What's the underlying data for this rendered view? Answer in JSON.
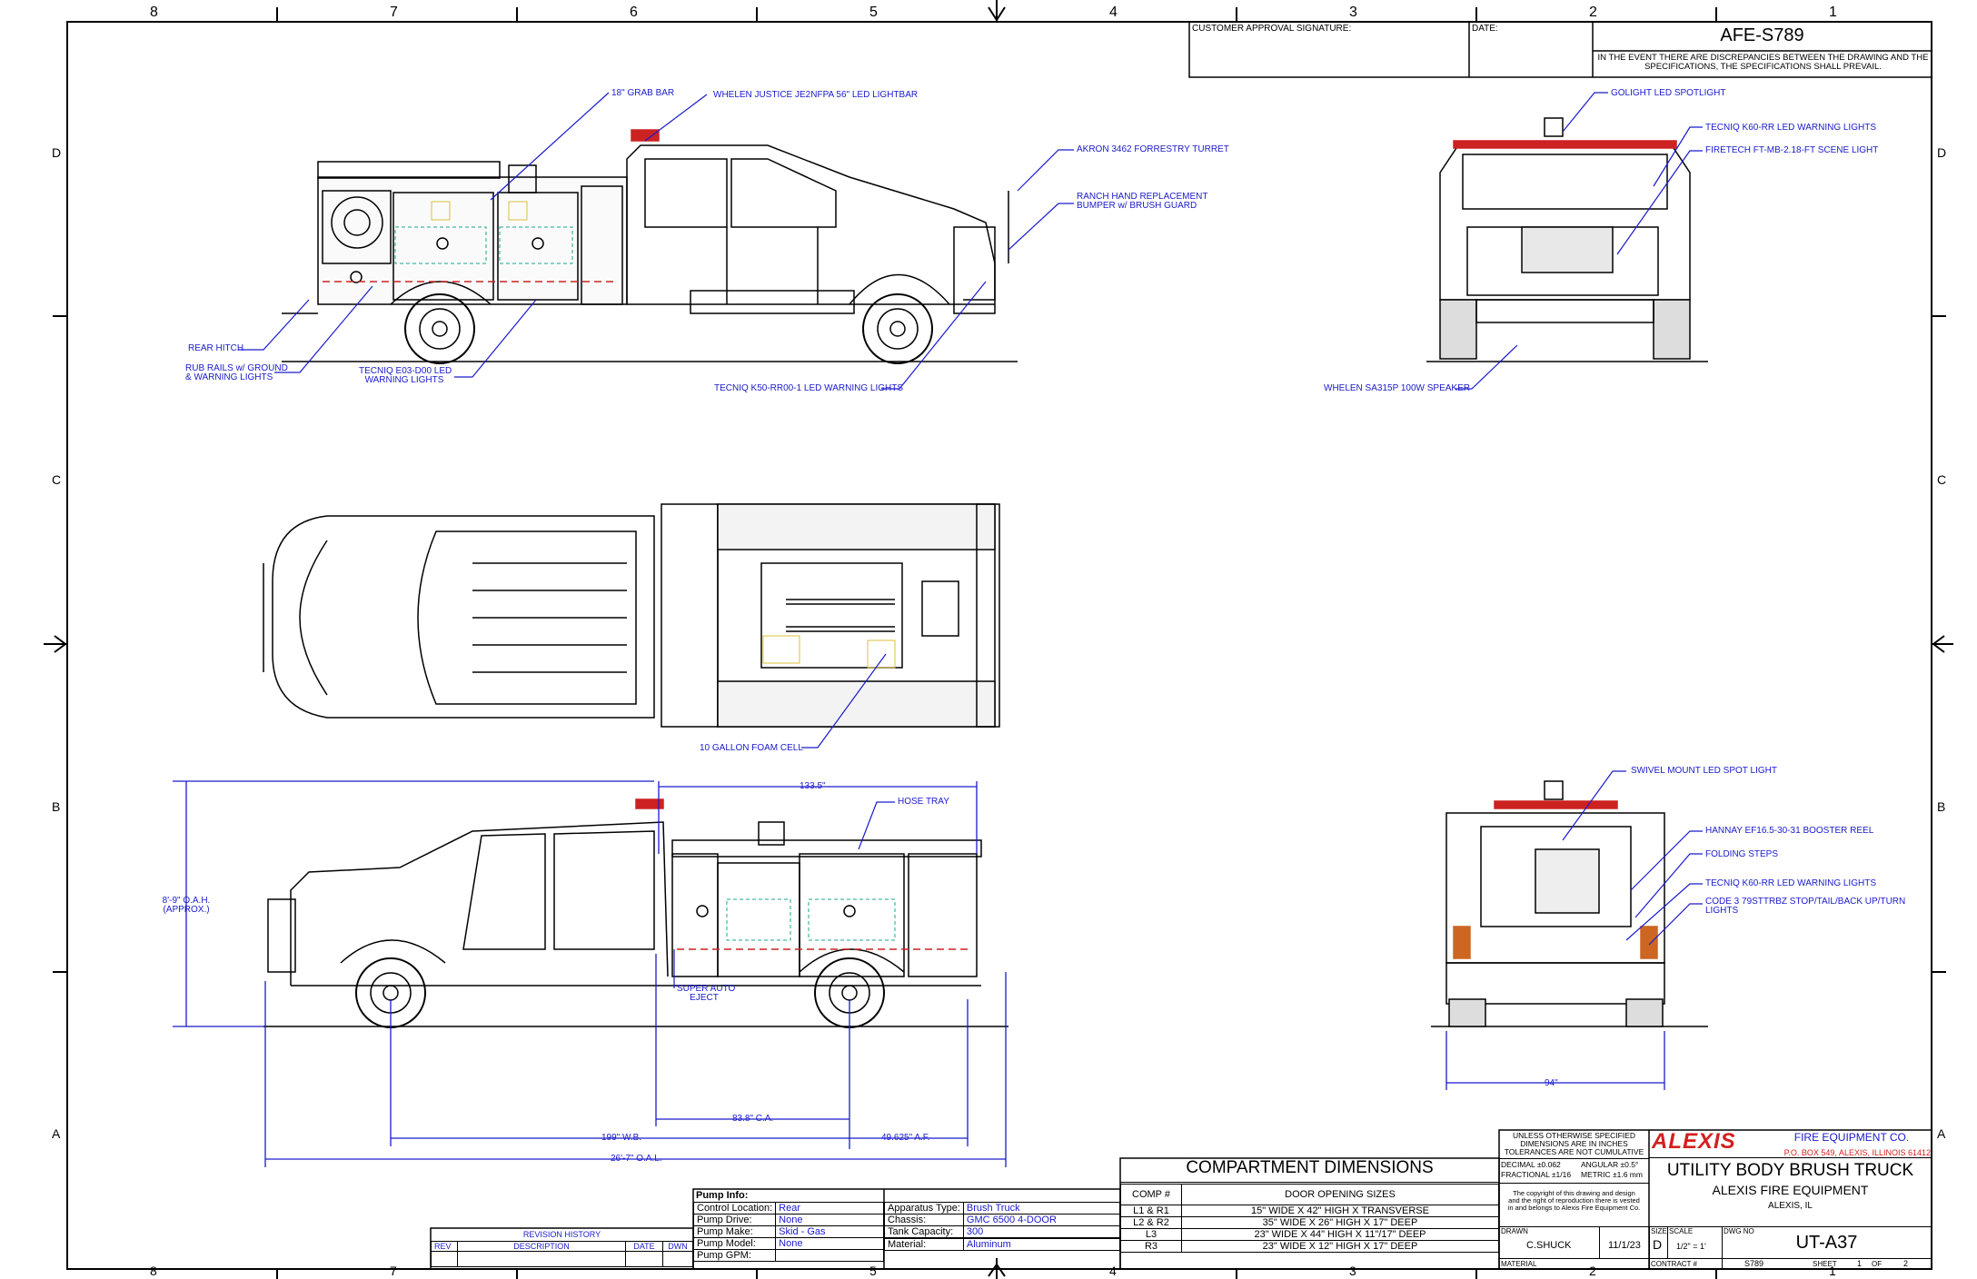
{
  "border": {
    "columns": [
      "8",
      "7",
      "6",
      "5",
      "4",
      "3",
      "2",
      "1"
    ],
    "rows": [
      "D",
      "C",
      "B",
      "A"
    ]
  },
  "header": {
    "approval_label": "CUSTOMER APPROVAL SIGNATURE:",
    "date_label": "DATE:",
    "drawing_id": "AFE-S789",
    "discrepancy_note": "IN THE EVENT THERE ARE DISCREPANCIES BETWEEN THE DRAWING AND THE SPECIFICATIONS, THE SPECIFICATIONS SHALL PREVAIL."
  },
  "callouts": {
    "grab_bar": "18\" GRAB BAR",
    "lightbar": "WHELEN JUSTICE JE2NFPA 56\" LED LIGHTBAR",
    "turret": "AKRON 3462 FORRESTRY TURRET",
    "bumper_1": "RANCH HAND REPLACEMENT",
    "bumper_2": "BUMPER w/ BRUSH GUARD",
    "rear_hitch": "REAR HITCH",
    "rub_rails_1": "RUB RAILS w/ GROUND",
    "rub_rails_2": "& WARNING LIGHTS",
    "tecniq_e03_1": "TECNIQ E03-D00 LED",
    "tecniq_e03_2": "WARNING LIGHTS",
    "tecniq_k50": "TECNIQ K50-RR00-1 LED WARNING LIGHTS",
    "golight": "GOLIGHT LED SPOTLIGHT",
    "tecniq_k60_front": "TECNIQ K60-RR LED WARNING LIGHTS",
    "firetech": "FIRETECH FT-MB-2.18-FT SCENE LIGHT",
    "speaker": "WHELEN SA315P 100W SPEAKER",
    "foam_cell": "10 GALLON FOAM CELL",
    "hose_tray": "HOSE TRAY",
    "super_auto_1": "SUPER AUTO",
    "super_auto_2": "EJECT",
    "swivel": "SWIVEL MOUNT LED SPOT LIGHT",
    "hannay": "HANNAY EF16.5-30-31 BOOSTER REEL",
    "folding_steps": "FOLDING STEPS",
    "tecniq_k60_rear": "TECNIQ K60-RR LED WARNING LIGHTS",
    "code3_1": "CODE 3 79STTRBZ STOP/TAIL/BACK UP/TURN",
    "code3_2": "LIGHTS"
  },
  "dimensions": {
    "body_length": "133.5\"",
    "oah_1": "8'-9\" O.A.H.",
    "oah_2": "(APPROX.)",
    "ca": "83.8\" C.A.",
    "wb": "199\" W.B.",
    "af": "49.625\" A.F.",
    "oal": "26'-7\" O.A.L.",
    "width": "94\""
  },
  "pump_info": {
    "title": "Pump Info:",
    "rows": [
      {
        "label": "Control Location:",
        "value": "Rear"
      },
      {
        "label": "Pump Drive:",
        "value": "None"
      },
      {
        "label": "Pump Make:",
        "value": "Skid - Gas"
      },
      {
        "label": "Pump Model:",
        "value": "None"
      },
      {
        "label": "Pump GPM:",
        "value": ""
      }
    ],
    "right_rows": [
      {
        "label": "Apparatus Type:",
        "value": "Brush Truck"
      },
      {
        "label": "Chassis:",
        "value": "GMC 6500 4-DOOR"
      },
      {
        "label": "Tank Capacity:",
        "value": "300"
      },
      {
        "label": "",
        "value": ""
      },
      {
        "label": "Material:",
        "value": "Aluminum"
      }
    ]
  },
  "revision": {
    "title": "REVISION HISTORY",
    "headers": [
      "REV",
      "DESCRIPTION",
      "DATE",
      "DWN"
    ]
  },
  "compartments": {
    "title": "COMPARTMENT DIMENSIONS",
    "headers": [
      "COMP #",
      "DOOR OPENING SIZES"
    ],
    "rows": [
      [
        "L1 & R1",
        "15\" WIDE X 42\" HIGH X TRANSVERSE"
      ],
      [
        "L2 & R2",
        "35\" WIDE X 26\" HIGH X 17\" DEEP"
      ],
      [
        "L3",
        "23\" WIDE X 44\" HIGH X 11\"/17\" DEEP"
      ],
      [
        "R3",
        "23\" WIDE X 12\" HIGH X 17\" DEEP"
      ]
    ]
  },
  "titleblock": {
    "tolerance_1": "UNLESS OTHERWISE SPECIFIED",
    "tolerance_2": "DIMENSIONS ARE IN INCHES",
    "tolerance_3": "TOLERANCES ARE NOT CUMULATIVE",
    "decimal": "DECIMAL ±0.062",
    "angular": "ANGULAR ±0.5°",
    "fractional": "FRACTIONAL ±1/16",
    "metric": "METRIC ±1.6 mm",
    "copyright_1": "The copyright of this drawing and design",
    "copyright_2": "and the right of reproduction there is vested",
    "copyright_3": "in and belongs to Alexis Fire Equipment Co.",
    "logo": "ALEXIS",
    "company": "FIRE EQUIPMENT CO.",
    "address": "P.O. BOX 549, ALEXIS, ILLINOIS  61412",
    "title": "UTILITY BODY BRUSH TRUCK",
    "customer": "ALEXIS FIRE EQUIPMENT",
    "location": "ALEXIS, IL",
    "drawn_label": "DRAWN",
    "drawn_by": "C.SHUCK",
    "date": "11/1/23",
    "size_label": "SIZE",
    "size": "D",
    "scale_label": "SCALE",
    "scale": "1/2\" = 1'",
    "dwg_label": "DWG NO",
    "dwg_no": "UT-A37",
    "material_label": "MATERIAL",
    "contract_label": "CONTRACT #",
    "contract": "S789",
    "sheet_label": "SHEET",
    "sheet": "1",
    "of_label": "OF",
    "sheets": "2"
  }
}
